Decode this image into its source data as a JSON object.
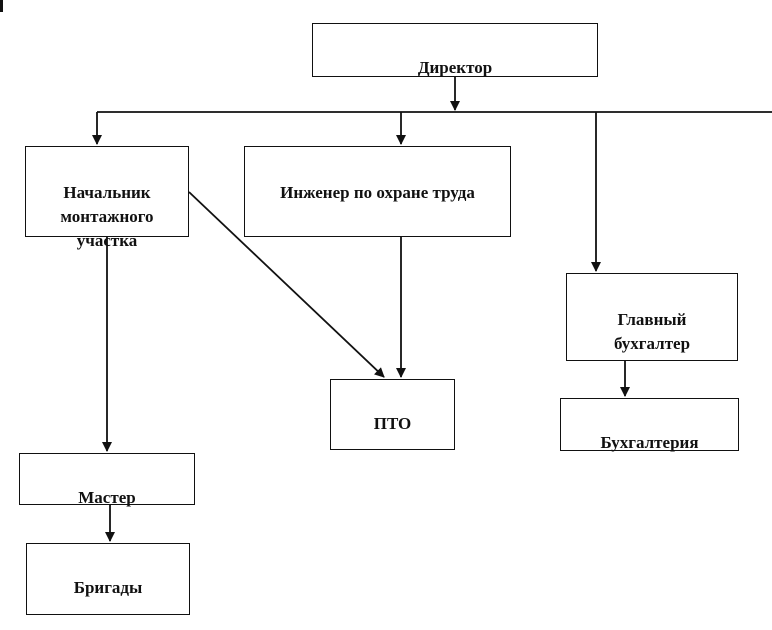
{
  "nodes": {
    "director": "Директор",
    "site_chief": "Начальник\nмонтажного\nучастка",
    "safety_engineer": "Инженер по охране труда",
    "chief_accountant": "Главный\nбухгалтер",
    "pto": "ПТО",
    "accounting": "Бухгалтерия",
    "foreman": "Мастер",
    "brigades": "Бригады"
  },
  "colors": {
    "line": "#111111",
    "box_border": "#111111",
    "background": "#ffffff"
  }
}
